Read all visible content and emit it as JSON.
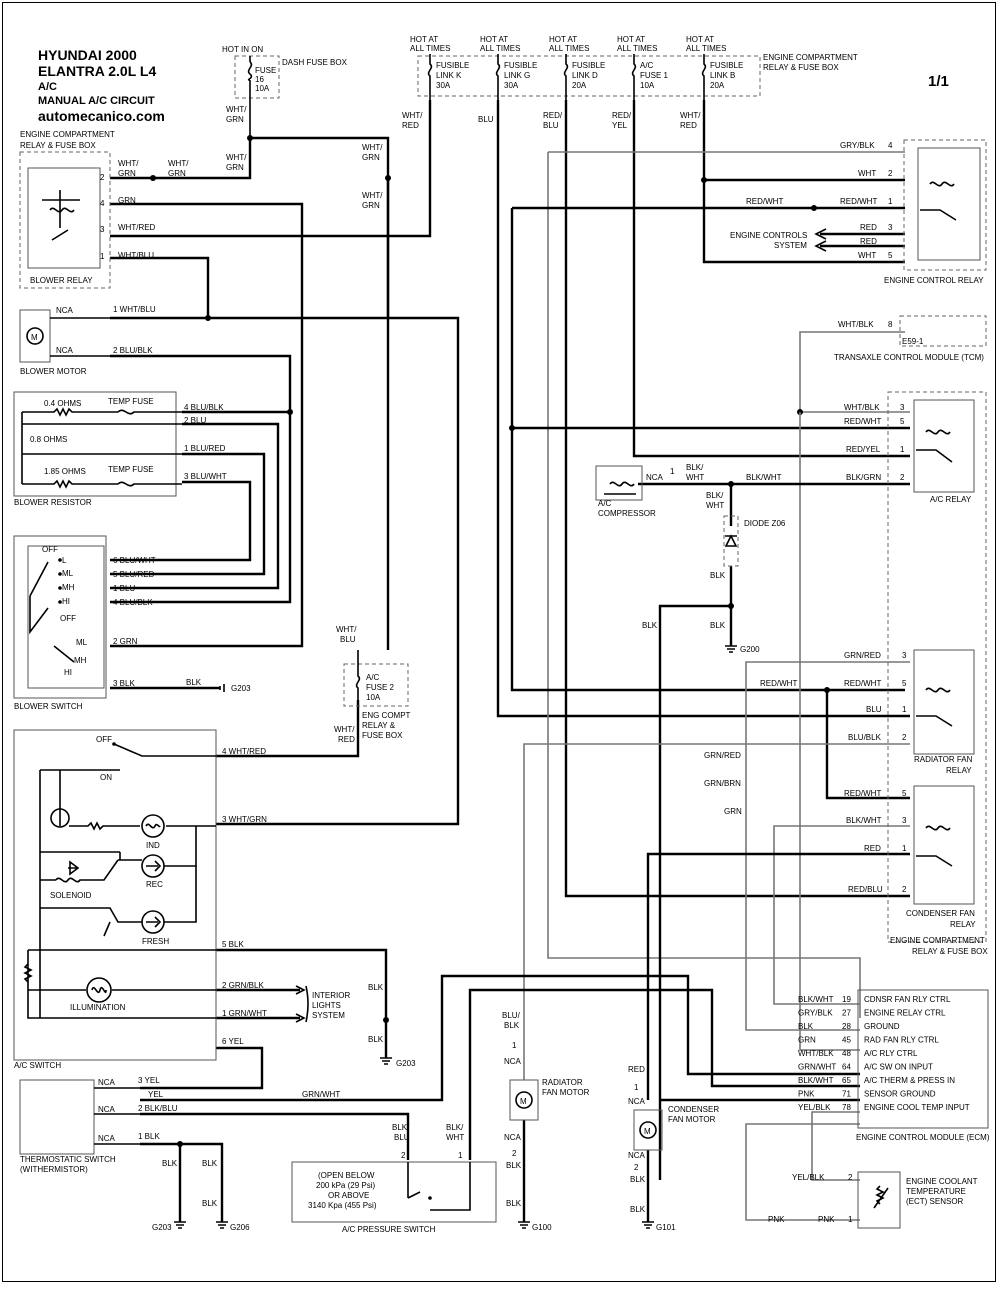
{
  "header": {
    "line1": "HYUNDAI  2000",
    "line2": "ELANTRA  2.0L  L4",
    "line3": "A/C",
    "line4": "MANUAL A/C CIRCUIT",
    "site": "automecanico.com",
    "page": "1/1"
  },
  "top_feeds": {
    "hot_in_on": "HOT IN ON",
    "dash_fuse_box": "DASH FUSE BOX",
    "fuse16": [
      "FUSE",
      "16",
      "10A"
    ],
    "hot": [
      "HOT AT",
      "ALL TIMES"
    ],
    "fl_k": [
      "FUSIBLE",
      "LINK K",
      "30A"
    ],
    "fl_g": [
      "FUSIBLE",
      "LINK G",
      "30A"
    ],
    "fl_d": [
      "FUSIBLE",
      "LINK D",
      "20A"
    ],
    "ac_fuse1": [
      "A/C",
      "FUSE 1",
      "10A"
    ],
    "fl_b": [
      "FUSIBLE",
      "LINK B",
      "20A"
    ],
    "ecrfb": [
      "ENGINE COMPARTMENT",
      "RELAY & FUSE BOX"
    ]
  },
  "wires": {
    "wht_grn": [
      "WHT/",
      "GRN"
    ],
    "wht_red": [
      "WHT/",
      "RED"
    ],
    "blu": "BLU",
    "red_blu": [
      "RED/",
      "BLU"
    ],
    "red_yel": [
      "RED/",
      "YEL"
    ],
    "wht_blu": [
      "WHT/",
      "BLU"
    ]
  },
  "blower_relay": {
    "title": [
      "ENGINE COMPARTMENT",
      "RELAY & FUSE BOX"
    ],
    "name": "BLOWER RELAY",
    "pins": [
      {
        "n": "2",
        "w": "WHT/"
      },
      {
        "n": "4",
        "w": "GRN"
      },
      {
        "n": "3",
        "w": "WHT/RED"
      },
      {
        "n": "1",
        "w": "WHT/BLU"
      }
    ],
    "pin2_w2": "GRN",
    "ext_wht": "WHT/",
    "ext_grn": "GRN"
  },
  "blower_motor": {
    "name": "BLOWER MOTOR",
    "nca": "NCA",
    "pin1": "1  WHT/BLU",
    "pin2": "2  BLU/BLK"
  },
  "blower_resistor": {
    "name": "BLOWER RESISTOR",
    "r1": "0.4 OHMS",
    "r2": "0.8 OHMS",
    "r3": "1.85 OHMS",
    "tf": "TEMP FUSE",
    "pins": [
      "4  BLU/BLK",
      "2  BLU",
      "1  BLU/RED",
      "3  BLU/WHT"
    ]
  },
  "blower_switch": {
    "name": "BLOWER SWITCH",
    "off": "OFF",
    "pos": [
      "L",
      "ML",
      "MH",
      "HI"
    ],
    "pins": [
      "6  BLU/WHT",
      "5  BLU/RED",
      "1  BLU",
      "4  BLU/BLK",
      "2  GRN",
      "3  BLK"
    ],
    "blk": "BLK",
    "g203": "G203"
  },
  "ac_fuse2": {
    "label": [
      "A/C",
      "FUSE 2",
      "10A"
    ],
    "box": [
      "ENG COMPT",
      "RELAY &",
      "FUSE BOX"
    ],
    "in": [
      "WHT/",
      "BLU"
    ],
    "out": [
      "WHT/",
      "RED"
    ]
  },
  "ac_switch": {
    "name": "A/C SWITCH",
    "off": "OFF",
    "on": "ON",
    "ind": "IND",
    "rec": "REC",
    "fresh": "FRESH",
    "solenoid": "SOLENOID",
    "illum": "ILLUMINATION",
    "pins": [
      "4  WHT/RED",
      "3  WHT/GRN",
      "5  BLK",
      "2  GRN/BLK",
      "1  GRN/WHT",
      "6  YEL"
    ],
    "interior": [
      "INTERIOR",
      "LIGHTS",
      "SYSTEM"
    ],
    "blk": "BLK",
    "g203": "G203"
  },
  "thermo": {
    "name": [
      "THERMOSTATIC SWITCH",
      "(WITHERMISTOR)"
    ],
    "nca": "NCA",
    "pins": [
      "3  YEL",
      "YEL",
      "2  BLK/BLU",
      "1  BLK"
    ],
    "grn_wht": "GRN/WHT",
    "blk": "BLK",
    "g203": "G203",
    "g206": "G206"
  },
  "pressure_switch": {
    "name": "A/C PRESSURE SWITCH",
    "desc": [
      "(OPEN BELOW",
      "200 kPa (29 Psi)",
      "OR ABOVE",
      "3140 Kpa (455 Psi)"
    ],
    "pin2": "2",
    "pin1": "1",
    "w2": [
      "BLK/",
      "BLU"
    ],
    "w1": [
      "BLK/",
      "WHT"
    ]
  },
  "engine_control_relay": {
    "name": "ENGINE CONTROL RELAY",
    "pins": [
      {
        "n": "4",
        "w": "GRY/BLK"
      },
      {
        "n": "2",
        "w": "WHT"
      },
      {
        "n": "1",
        "w": "RED/WHT"
      },
      {
        "n": "3",
        "w": "RED"
      },
      {
        "n": "5",
        "w": "WHT"
      }
    ],
    "red2": "RED",
    "ecs": [
      "ENGINE CONTROLS",
      "SYSTEM"
    ],
    "red_wht": "RED/WHT"
  },
  "tcm": {
    "name": "TRANSAXLE CONTROL MODULE (TCM)",
    "pin": "8",
    "w": "WHT/BLK",
    "conn": "E59-1"
  },
  "ac_relay": {
    "name": "A/C RELAY",
    "pins": [
      {
        "n": "3",
        "w": "WHT/BLK"
      },
      {
        "n": "5",
        "w": "RED/WHT"
      },
      {
        "n": "1",
        "w": "RED/YEL"
      },
      {
        "n": "2",
        "w": "BLK/GRN"
      }
    ]
  },
  "compressor": {
    "name": [
      "A/C",
      "COMPRESSOR"
    ],
    "nca": "NCA",
    "pin": "1",
    "w": [
      "BLK/",
      "WHT"
    ],
    "w2": "BLK/WHT",
    "diode": "DIODE Z06",
    "w3": [
      "BLK/",
      "WHT"
    ],
    "blk": "BLK",
    "g200": "G200"
  },
  "rad_fan_relay": {
    "name": [
      "RADIATOR FAN",
      "RELAY"
    ],
    "pins": [
      {
        "n": "3",
        "w": "GRN/RED"
      },
      {
        "n": "5",
        "w": "RED/WHT"
      },
      {
        "n": "1",
        "w": "BLU"
      },
      {
        "n": "2",
        "w": "BLU/BLK"
      }
    ],
    "red_wht": "RED/WHT"
  },
  "cond_fan_relay": {
    "name": [
      "CONDENSER FAN",
      "RELAY"
    ],
    "pins": [
      {
        "n": "5",
        "w": "RED/WHT"
      },
      {
        "n": "3",
        "w": "BLK/WHT"
      },
      {
        "n": "1",
        "w": "RED"
      },
      {
        "n": "2",
        "w": "RED/BLU"
      }
    ],
    "box": [
      "ENGINE COMPARTMENT",
      "RELAY & FUSE BOX"
    ]
  },
  "misc": {
    "grn_red": "GRN/RED",
    "grn_brn": "GRN/BRN",
    "grn": "GRN"
  },
  "ecm": {
    "name": "ENGINE CONTROL MODULE (ECM)",
    "pins": [
      {
        "w": "BLK/WHT",
        "n": "19",
        "f": "CDNSR FAN RLY CTRL"
      },
      {
        "w": "GRY/BLK",
        "n": "27",
        "f": "ENGINE RELAY CTRL"
      },
      {
        "w": "BLK",
        "n": "28",
        "f": "GROUND"
      },
      {
        "w": "GRN",
        "n": "45",
        "f": "RAD FAN RLY CTRL"
      },
      {
        "w": "WHT/BLK",
        "n": "48",
        "f": "A/C RLY CTRL"
      },
      {
        "w": "GRN/WHT",
        "n": "64",
        "f": "A/C SW ON INPUT"
      },
      {
        "w": "BLK/WHT",
        "n": "65",
        "f": "A/C THERM & PRESS IN"
      },
      {
        "w": "PNK",
        "n": "71",
        "f": "SENSOR GROUND"
      },
      {
        "w": "YEL/BLK",
        "n": "78",
        "f": "ENGINE COOL TEMP INPUT"
      }
    ]
  },
  "rad_fan_motor": {
    "name": [
      "RADIATOR",
      "FAN MOTOR"
    ],
    "w": [
      "BLU/",
      "BLK"
    ],
    "p1": "1",
    "nca1": "NCA",
    "nca2": "NCA",
    "p2": "2",
    "blk": "BLK",
    "g100": "G100"
  },
  "cond_fan_motor": {
    "name": [
      "CONDENSER",
      "FAN MOTOR"
    ],
    "red": "RED",
    "p1": "1",
    "nca1": "NCA",
    "nca2": "NCA",
    "p2": "2",
    "blk": "BLK",
    "g101": "G101"
  },
  "ect": {
    "name": [
      "ENGINE COOLANT",
      "TEMPERATURE",
      "(ECT) SENSOR"
    ],
    "pins": [
      {
        "n": "2",
        "w": "YEL/BLK"
      },
      {
        "n": "1",
        "w": "PNK"
      }
    ],
    "pnk": "PNK"
  }
}
